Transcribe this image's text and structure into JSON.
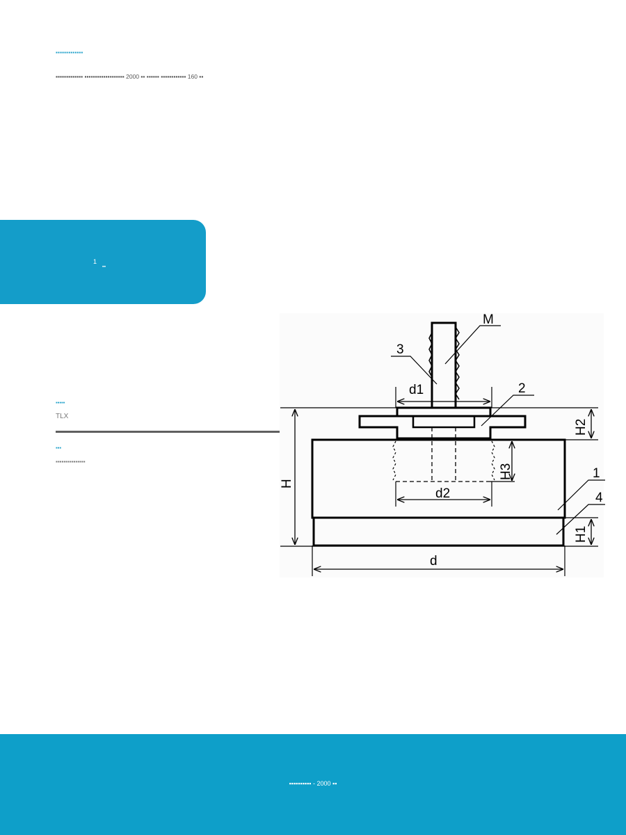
{
  "header": {
    "title": "▪▪▪▪▪▪▪▪▪▪▪▪▪",
    "description": "▪▪▪▪▪▪▪▪▪▪▪▪▪ ▪▪▪▪▪▪▪▪▪▪▪▪▪▪▪▪▪▪▪ 2000 ▪▪ ▪▪▪▪▪▪ ▪▪▪▪▪▪▪▪▪▪▪▪ 160 ▪▪"
  },
  "badge": {
    "number": "1",
    "unit": "▪▪"
  },
  "properties": [
    {
      "label": "▪▪▪▪▪",
      "value": "TLX"
    },
    {
      "label": "▪▪▪",
      "value": "▪▪▪▪▪▪▪▪▪▪▪▪▪▪▪"
    }
  ],
  "diagram": {
    "labels": {
      "M": "M",
      "part1": "1",
      "part2": "2",
      "part3": "3",
      "part4": "4",
      "d1": "d1",
      "d2": "d2",
      "d": "d",
      "H": "H",
      "H1": "H1",
      "H2": "H2",
      "H3": "H3"
    }
  },
  "footer": {
    "text": "▪▪▪▪▪▪▪▪▪▪ - 2000 ▪▪"
  },
  "colors": {
    "accent": "#149dc9",
    "footer_bg": "#0e9fc9",
    "divider": "#5f5f5f"
  }
}
